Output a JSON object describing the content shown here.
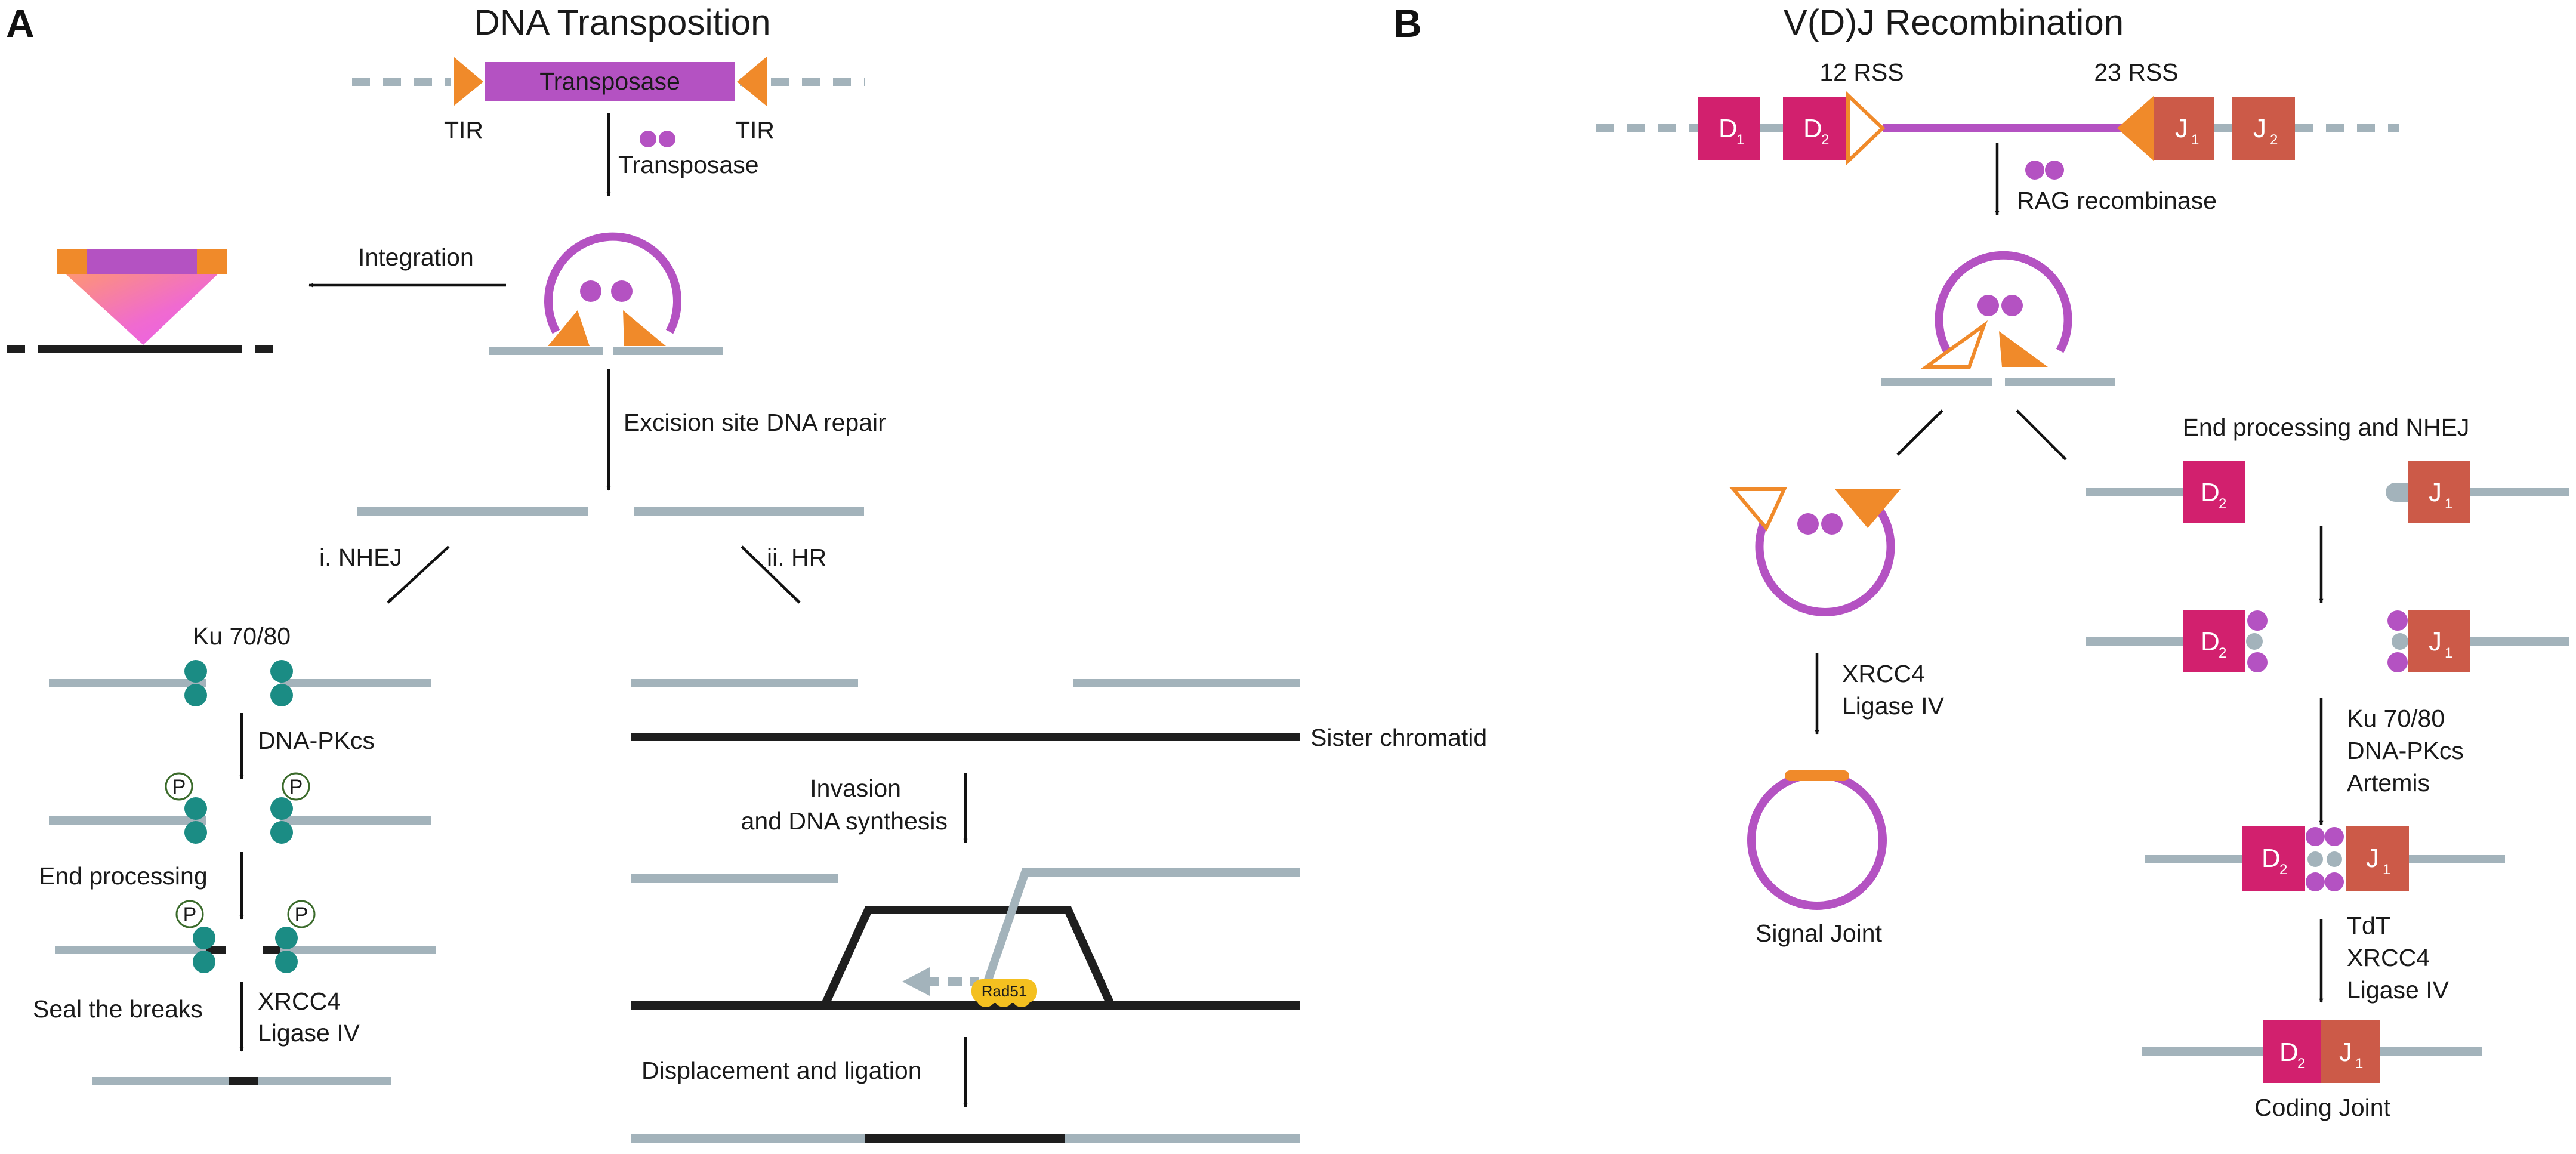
{
  "colors": {
    "dna": "#a3b3bb",
    "sister_dna": "#1e1e1e",
    "transposase": "#b452c2",
    "tir": "#f08a2a",
    "ku": "#1b8c84",
    "rad51": "#f4c020",
    "d_segment": "#d2206e",
    "j_segment": "#cc5a48"
  },
  "panel_a": {
    "letter": "A",
    "title": "DNA Transposition",
    "transposase_box": "Transposase",
    "tir_left": "TIR",
    "tir_right": "TIR",
    "enzyme_label": "Transposase",
    "integration": "Integration",
    "excision_repair": "Excision site DNA repair",
    "nhej": "i. NHEJ",
    "hr": "ii. HR",
    "ku": "Ku 70/80",
    "dna_pkcs": "DNA-PKcs",
    "end_processing": "End processing",
    "seal_breaks": "Seal the breaks",
    "xrcc4": "XRCC4",
    "ligase_iv": "Ligase IV",
    "phospho": "P",
    "sister_chromatid": "Sister chromatid",
    "invasion_1": "Invasion",
    "invasion_2": "and DNA synthesis",
    "rad51": "Rad51",
    "displacement": "Displacement and ligation"
  },
  "panel_b": {
    "letter": "B",
    "title": "V(D)J Recombination",
    "rss12": "12 RSS",
    "rss23": "23 RSS",
    "d_letter": "D",
    "j_letter": "J",
    "sub1": "1",
    "sub2": "2",
    "rag": "RAG recombinase",
    "end_processing_nhej": "End processing and NHEJ",
    "xrcc4": "XRCC4",
    "ligase_iv": "Ligase IV",
    "signal_joint": "Signal Joint",
    "ku": "Ku 70/80",
    "dna_pkcs": "DNA-PKcs",
    "artemis": "Artemis",
    "tdt": "TdT",
    "coding_joint": "Coding Joint"
  }
}
